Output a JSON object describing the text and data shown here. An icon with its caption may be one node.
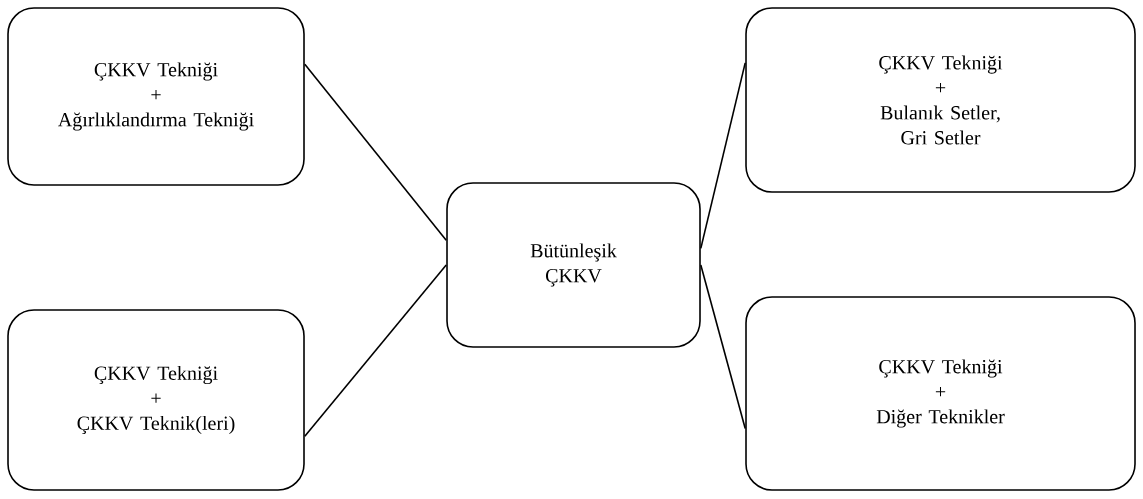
{
  "diagram": {
    "nodes": [
      {
        "text": [
          "ÇKKV Tekniği",
          "+",
          "Ağırlıklandırma Tekniği"
        ]
      },
      {
        "text": [
          "Bütünleşik ÇKKV"
        ]
      },
      {
        "text": [
          "ÇKKV Tekniği",
          "+",
          "Bulanık Setler, Gri Setler"
        ]
      },
      {
        "text": [
          "ÇKKV Tekniği",
          "+",
          "ÇKKV Teknik(leri)"
        ]
      },
      {
        "text": [
          "ÇKKV Tekniği",
          "+",
          "Diğer Teknikler"
        ]
      }
    ],
    "edges": [
      {
        "from": 1,
        "to": 0,
        "arrow": "none"
      },
      {
        "from": 1,
        "to": 2,
        "arrow": "none"
      },
      {
        "from": 1,
        "to": 3,
        "arrow": "none"
      },
      {
        "from": 1,
        "to": 4,
        "arrow": "none"
      }
    ]
  }
}
